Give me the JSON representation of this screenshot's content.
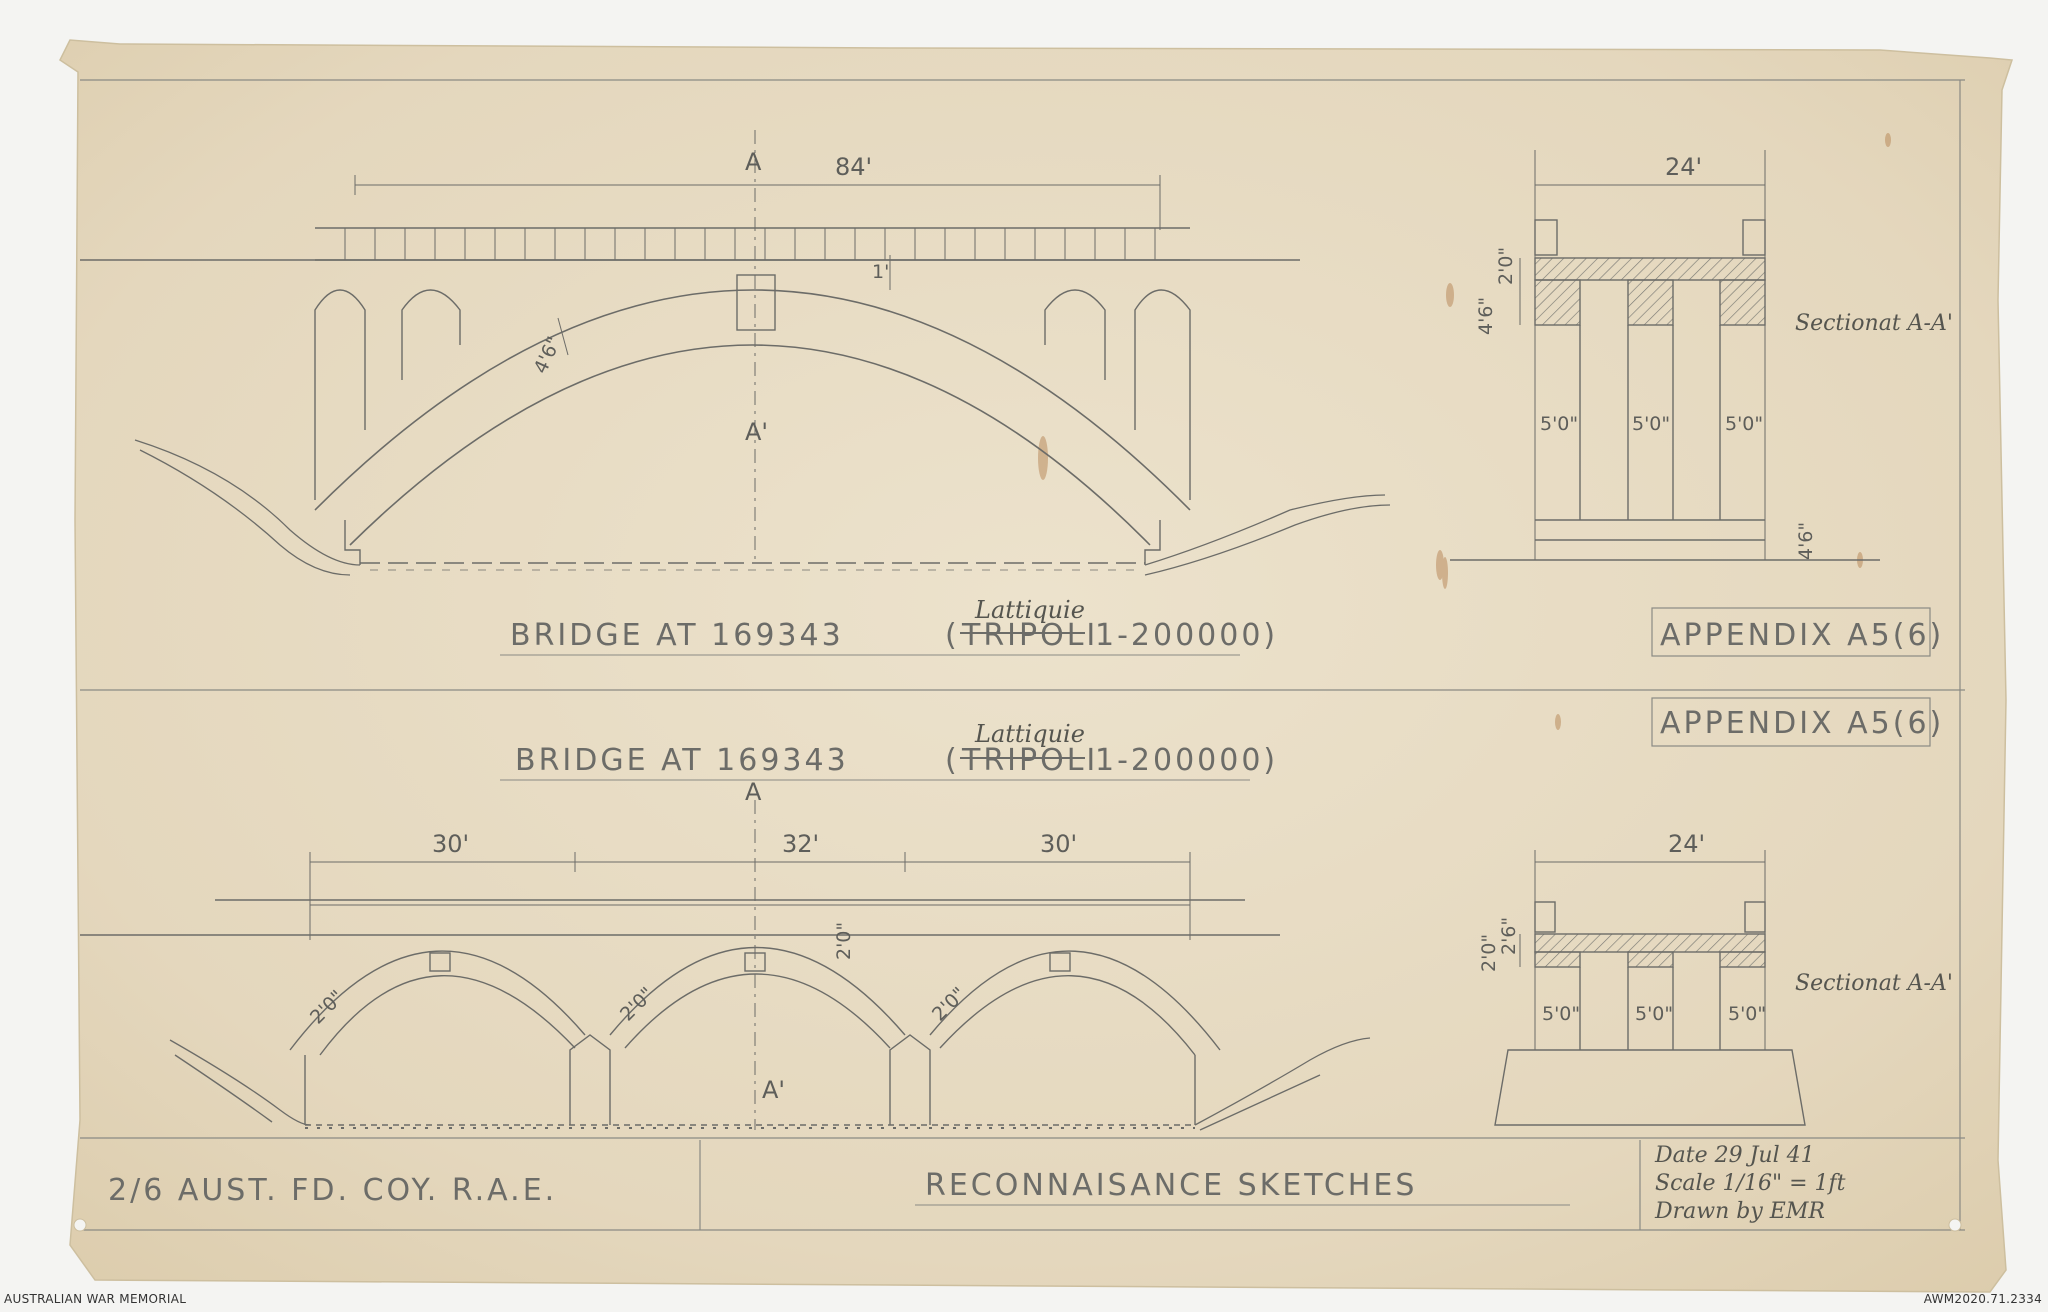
{
  "footer": {
    "credit": "AUSTRALIAN WAR MEMORIAL",
    "accession": "AWM2020.71.2334"
  },
  "top_elevation": {
    "section_mark_top": "A",
    "section_mark_bottom": "A'",
    "span": "84'",
    "rise": "1'",
    "arch_ring": "4'6\"",
    "title": "BRIDGE AT 169343",
    "map_ref_struck": "TRIPOLI",
    "map_scale": "1-200000)",
    "map_ref_annotation": "Lattiquie",
    "paren_open": "("
  },
  "top_section": {
    "width": "24'",
    "depth_a": "2'0\"",
    "depth_b": "4'6\"",
    "label": "Sectionat A-A'",
    "bay_1": "5'0\"",
    "bay_2": "5'0\"",
    "bay_3": "5'0\"",
    "footing": "4'6\"",
    "appendix": "APPENDIX A5(6)"
  },
  "bottom_elevation": {
    "title": "BRIDGE AT 169343",
    "paren_open": "(",
    "map_ref_struck": "TRIPOLI",
    "map_scale": "1-200000)",
    "map_ref_annotation": "Lattiquie",
    "section_mark_top": "A",
    "section_mark_bottom": "A'",
    "span_1": "30'",
    "span_2": "32'",
    "span_3": "30'",
    "deck": "2'0\"",
    "ring_1": "2'0\"",
    "ring_2": "2'0\"",
    "ring_3": "2'0\""
  },
  "bottom_section": {
    "appendix": "APPENDIX A5(6)",
    "width": "24'",
    "depth_a": "2'0\"",
    "depth_b": "2'6\"",
    "label": "Sectionat A-A'",
    "bay_1": "5'0\"",
    "bay_2": "5'0\"",
    "bay_3": "5'0\""
  },
  "title_block": {
    "unit": "2/6 AUST. FD. COY. R.A.E.",
    "heading": "RECONNAISANCE SKETCHES",
    "date": "Date 29 Jul 41",
    "scale": "Scale 1/16\" = 1ft",
    "drawn": "Drawn by EMR"
  },
  "colors": {
    "paper": "#e7dbc4",
    "pencil": "#6c6c68",
    "stain": "#b07a48"
  }
}
